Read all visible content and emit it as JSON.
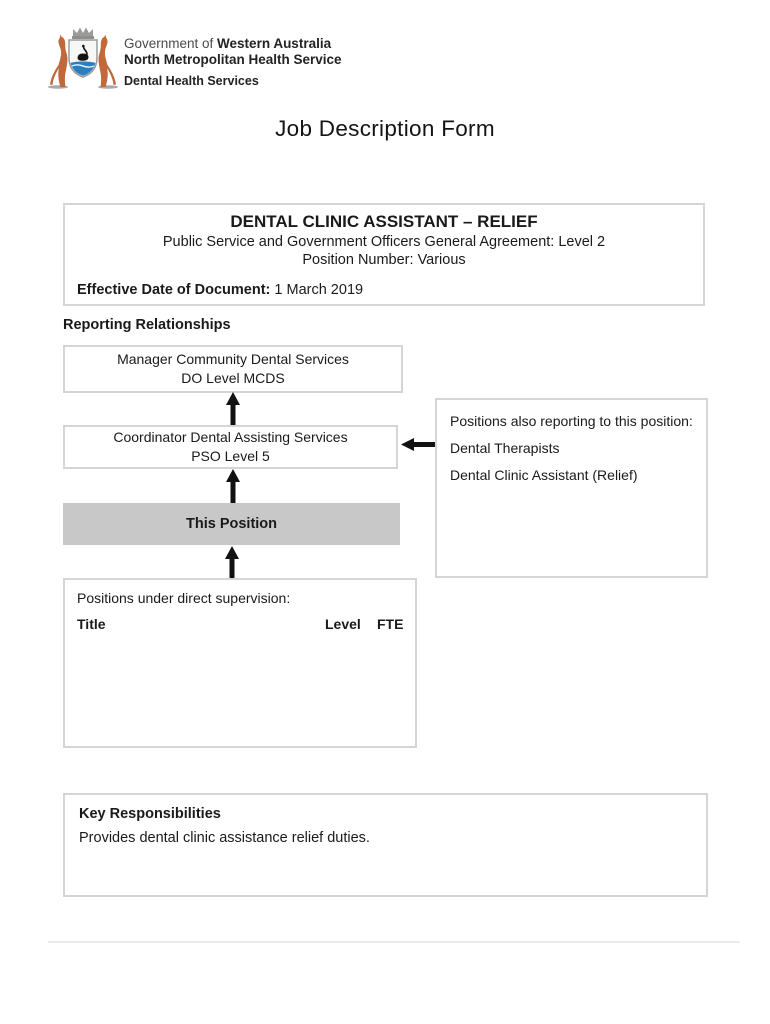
{
  "header": {
    "logo": {
      "crest_icon": "wa-coat-of-arms",
      "line1_regular": "Government of ",
      "line1_bold": "Western Australia",
      "line2": "North Metropolitan Health Service",
      "line3": "Dental Health Services"
    },
    "title": "Job Description Form"
  },
  "position_box": {
    "title": "DENTAL CLINIC ASSISTANT – RELIEF",
    "agreement": "Public Service and Government Officers General Agreement: Level 2",
    "position_number": "Position Number: Various",
    "effective_date_label": "Effective Date of Document:",
    "effective_date_value": " 1 March 2019"
  },
  "reporting": {
    "heading": "Reporting Relationships",
    "manager_box": {
      "line1": "Manager Community Dental Services",
      "line2": "DO Level MCDS"
    },
    "coordinator_box": {
      "line1": "Coordinator Dental Assisting Services",
      "line2": "PSO Level 5"
    },
    "this_position_label": "This Position",
    "also_reporting_box": {
      "heading": "Positions also reporting to this position:",
      "items": [
        "Dental Therapists",
        "Dental Clinic Assistant (Relief)"
      ]
    },
    "supervision_box": {
      "heading": "Positions under direct supervision:",
      "columns": [
        "Title",
        "Level",
        "FTE"
      ]
    }
  },
  "key_responsibilities": {
    "heading": "Key Responsibilities",
    "text": "Provides dental clinic assistance relief duties."
  },
  "colors": {
    "box_border": "#d5d5d5",
    "this_position_fill": "#c8c8c8",
    "arrow": "#111111",
    "water_blue": "#2a7fc1",
    "kangaroo": "#c0693c"
  }
}
